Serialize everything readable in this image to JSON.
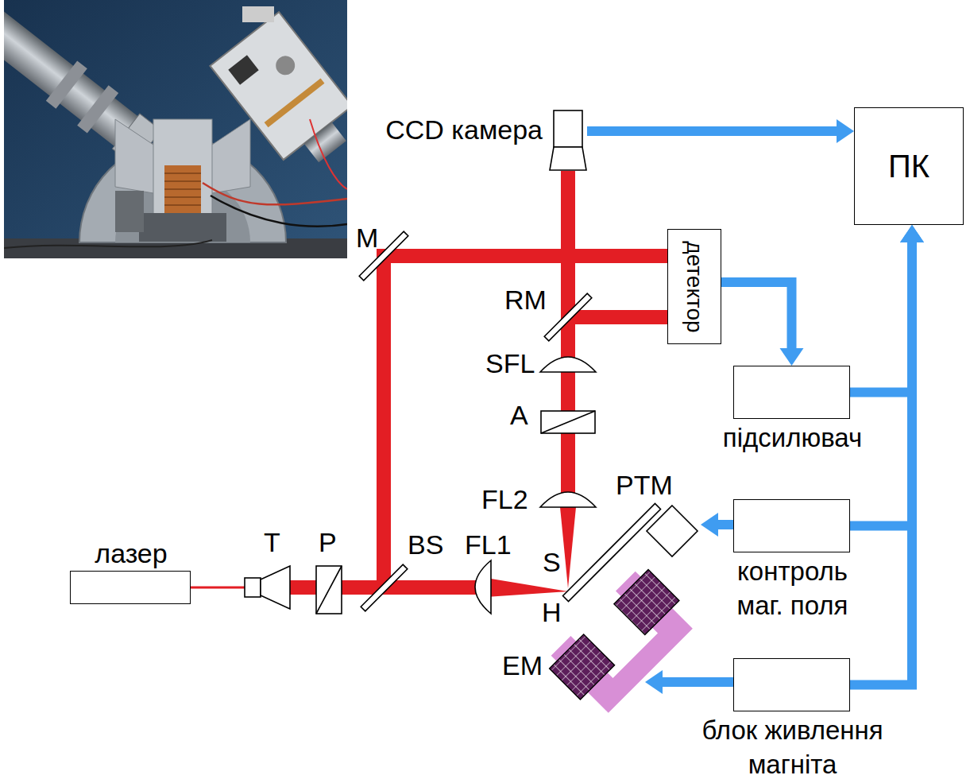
{
  "diagram": {
    "nodes": [
      {
        "text": [
          "CCD камера"
        ]
      },
      {
        "text": [
          "ПК"
        ]
      },
      {
        "text": [
          "детектор"
        ]
      },
      {
        "text": [
          "підсилювач"
        ]
      },
      {
        "text": [
          "лазер"
        ]
      },
      {
        "text": [
          "контроль маг. поля"
        ]
      },
      {
        "text": [
          "блок живлення магніта"
        ]
      }
    ],
    "edges": [
      {
        "from": 0,
        "to": 1,
        "arrow": "to"
      },
      {
        "from": 2,
        "to": 3,
        "arrow": "to"
      },
      {
        "from": 3,
        "to": 1,
        "arrow": "to"
      },
      {
        "from": 5,
        "to": 1,
        "arrow": "to"
      },
      {
        "from": 6,
        "to": 1,
        "arrow": "to"
      }
    ],
    "labels": [
      "M",
      "RM",
      "SFL",
      "A",
      "FL2",
      "PTM",
      "T",
      "P",
      "BS",
      "FL1",
      "S",
      "H",
      "EM"
    ]
  }
}
